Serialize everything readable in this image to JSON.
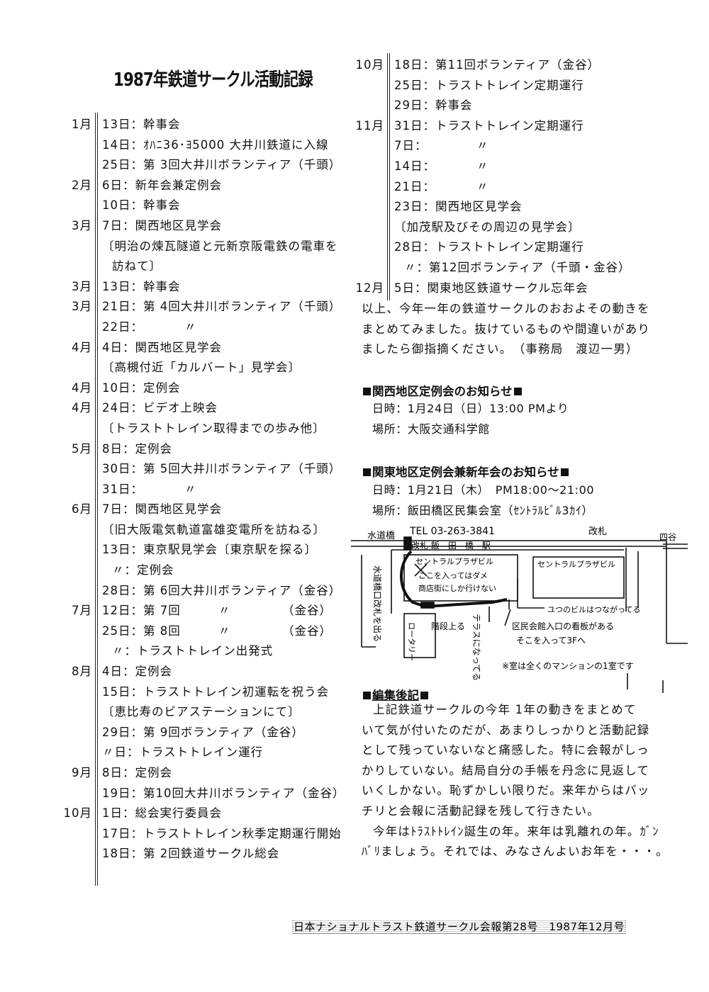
{
  "title": "1987年鉄道サークル活動記録",
  "log_left": [
    {
      "month": "1月",
      "text": "13日：幹事会"
    },
    {
      "month": "",
      "text": "14日：ｵﾊﾆ36･ﾖ5000 大井川鉄道に入線"
    },
    {
      "month": "",
      "text": "25日：第 3回大井川ボランティア（千頭）"
    },
    {
      "month": "2月",
      "text": " 6日：新年会兼定例会"
    },
    {
      "month": "",
      "text": "10日：幹事会"
    },
    {
      "month": "3月",
      "text": " 7日：関西地区見学会"
    },
    {
      "month": "",
      "text": "〔明治の煉瓦隧道と元新京阪電鉄の電車を"
    },
    {
      "month": "",
      "text": "訪ねて〕",
      "indent": true
    },
    {
      "month": "3月",
      "text": "13日：幹事会"
    },
    {
      "month": "3月",
      "text": "21日：第 4回大井川ボランティア（千頭）"
    },
    {
      "month": "",
      "text": "22日：",
      "ditto": "〃"
    },
    {
      "month": "4月",
      "text": " 4日：関西地区見学会"
    },
    {
      "month": "",
      "text": "〔高槻付近「カルバート」見学会〕"
    },
    {
      "month": "4月",
      "text": "10日：定例会"
    },
    {
      "month": "4月",
      "text": "24日：ビデオ上映会"
    },
    {
      "month": "",
      "text": "〔トラストトレイン取得までの歩み他〕"
    },
    {
      "month": "5月",
      "text": " 8日：定例会"
    },
    {
      "month": "",
      "text": "30日：第 5回大井川ボランティア（千頭）"
    },
    {
      "month": "",
      "text": "31日：",
      "ditto": "〃"
    },
    {
      "month": "6月",
      "text": " 7日：関西地区見学会"
    },
    {
      "month": "",
      "text": "〔旧大阪電気軌道富雄変電所を訪ねる〕"
    },
    {
      "month": "",
      "text": "13日：東京駅見学会〔東京駅を探る〕"
    },
    {
      "month": "",
      "text": "〃：定例会",
      "indent": true
    },
    {
      "month": "",
      "text": "28日：第 6回大井川ボランティア（金谷）"
    },
    {
      "month": "7月",
      "text": "12日：第 7回",
      "ditto": "〃",
      "tail": "（金谷）"
    },
    {
      "month": "",
      "text": "25日：第 8回",
      "ditto": "〃",
      "tail": "（金谷）"
    },
    {
      "month": "",
      "text": "〃：トラストトレイン出発式",
      "indent": true
    },
    {
      "month": "8月",
      "text": " 4日：定例会"
    },
    {
      "month": "",
      "text": "15日：トラストトレイン初運転を祝う会"
    },
    {
      "month": "",
      "text": "〔恵比寿のビアステーションにて〕"
    },
    {
      "month": "",
      "text": "29日：第 9回ボランティア（金谷）"
    },
    {
      "month": "",
      "text": "〃日：トラストトレイン運行"
    },
    {
      "month": "9月",
      "text": " 8日：定例会"
    },
    {
      "month": "",
      "text": "19日：第10回大井川ボランティア（金谷）"
    },
    {
      "month": "10月",
      "text": " 1日：総会実行委員会"
    },
    {
      "month": "",
      "text": "17日：トラストトレイン秋季定期運行開始"
    },
    {
      "month": "",
      "text": "18日：第 2回鉄道サークル総会"
    }
  ],
  "log_right": [
    {
      "month": "10月",
      "text": "18日：第11回ボランティア（金谷）"
    },
    {
      "month": "",
      "text": "25日：トラストトレイン定期運行"
    },
    {
      "month": "",
      "text": "29日：幹事会"
    },
    {
      "month": "11月",
      "text": "31日：トラストトレイン定期運行"
    },
    {
      "month": "",
      "text": " 7日：",
      "ditto": "〃"
    },
    {
      "month": "",
      "text": "14日：",
      "ditto": "〃"
    },
    {
      "month": "",
      "text": "21日：",
      "ditto": "〃"
    },
    {
      "month": "",
      "text": "23日：関西地区見学会"
    },
    {
      "month": "",
      "text": "〔加茂駅及びその周辺の見学会〕"
    },
    {
      "month": "",
      "text": "28日：トラストトレイン定期運行"
    },
    {
      "month": "",
      "text": "〃：第12回ボランティア（千頭・金谷）",
      "indent": true
    },
    {
      "month": "12月",
      "text": " 5日：関東地区鉄道サークル忘年会"
    }
  ],
  "summary": [
    "以上、今年一年の鉄道サークルのおおよその動きを",
    "まとめてみました。抜けているものや間違いがあり",
    "ましたら御指摘ください。　（事務局　渡辺一男）"
  ],
  "kansai": {
    "heading": "関西地区定例会のお知らせ",
    "date": "日時：1月24日（日）13:00 PMより",
    "place": "場所：大阪交通科学館"
  },
  "kanto": {
    "heading": "関東地区定例会兼新年会のお知らせ",
    "date": "日時：1月21日（木）　PM18:00〜21:00",
    "place": "場所：飯田橋区民集会室（ｾﾝﾄﾗﾙﾋﾞﾙ3ｶｲ）"
  },
  "map": {
    "tel": "TEL 03-263-3841",
    "suidobashi": "水道橋",
    "kaisatsu_top": "改札",
    "shimaya": "四谷",
    "station": "改札 飯　田　橋　駅",
    "central_plaza_1": "セントラルプラザビル",
    "note_no": "ここを入ってはダメ",
    "note_shop": "商店街にしか行けない",
    "central_plaza_2": "セントラルプラザビル",
    "suidobashi_exit": "水道橋口改札を出る",
    "stairs": "階段上る",
    "terrace": "テラスになってる",
    "two_bldg": "ユつのビルはつながってる",
    "sign_1": "区民会館入口の看板がある",
    "sign_2": "そこを入って3Fへ",
    "note_mansion": "※室は全くのマンションの1室です",
    "square_label": "ロータリー"
  },
  "editor": {
    "heading": "編集後記",
    "lines": [
      "上記鉄道サークルの今年 1年の動きをまとめて",
      "いて気が付いたのだが、あまりしっかりと活動記録",
      "として残っていないなと痛感した。特に会報がしっ",
      "かりしていない。結局自分の手帳を丹念に見返して",
      "いくしかない。恥ずかしい限りだ。来年からはバッ",
      "チリと会報に活動記録を残して行きたい。",
      "今年はﾄﾗｽﾄﾄﾚｲﾝ誕生の年。来年は乳離れの年。ｶﾞﾝ",
      "ﾊﾞﾘましょう。それでは、みなさんよいお年を・・・。"
    ]
  },
  "footer": "日本ナショナルトラスト鉄道サークル会報第28号　1987年12月号"
}
